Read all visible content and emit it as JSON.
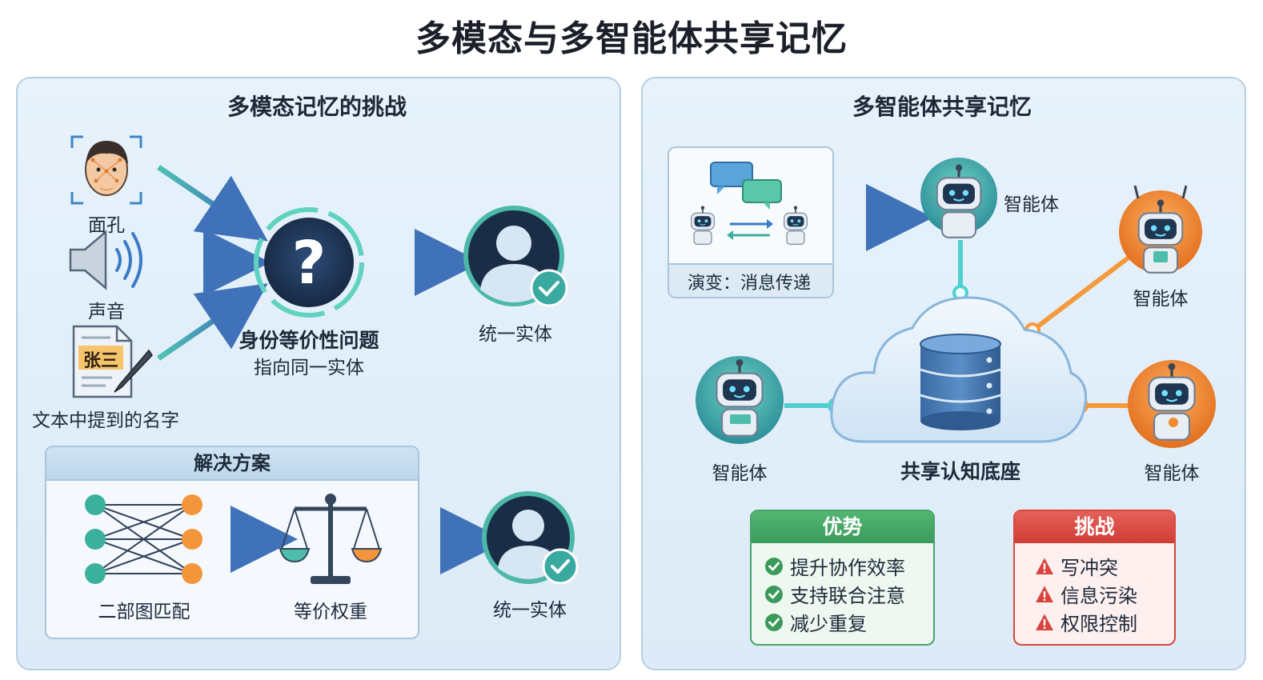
{
  "title": "多模态与多智能体共享记忆",
  "left": {
    "title": "多模态记忆的挑战",
    "inputs": [
      {
        "label": "面孔",
        "icon": "face-icon"
      },
      {
        "label": "声音",
        "icon": "speaker-icon"
      },
      {
        "label": "文本中提到的名字",
        "icon": "document-icon",
        "doc_text": "张三"
      }
    ],
    "question": {
      "title": "身份等价性问题",
      "subtitle": "指向同一实体",
      "icon": "question-icon"
    },
    "entity_label": "统一实体",
    "solution": {
      "title": "解决方案",
      "steps": [
        {
          "label": "二部图匹配",
          "icon": "bipartite-graph-icon"
        },
        {
          "label": "等价权重",
          "icon": "balance-scale-icon"
        }
      ],
      "result_label": "统一实体"
    }
  },
  "right": {
    "title": "多智能体共享记忆",
    "evolution_label": "演变：消息传递",
    "agent_label": "智能体",
    "center_label": "共享认知底座",
    "advantages": {
      "title": "优势",
      "items": [
        "提升协作效率",
        "支持联合注意",
        "减少重复"
      ]
    },
    "challenges": {
      "title": "挑战",
      "items": [
        "写冲突",
        "信息污染",
        "权限控制"
      ]
    }
  },
  "colors": {
    "accent_blue": "#3f7fc0",
    "teal": "#3cbfae",
    "orange": "#f08a2c",
    "advantage_green": "#3a9a5a",
    "challenge_red": "#d9453c"
  }
}
